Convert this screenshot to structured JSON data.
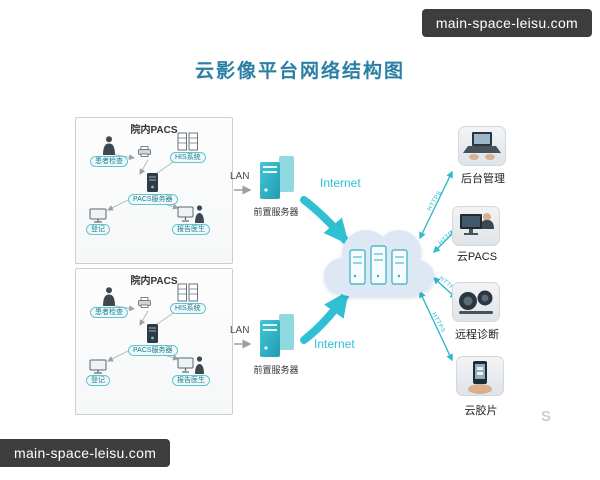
{
  "title": "云影像平台网络结构图",
  "watermarks": {
    "top_right": "main-space-leisu.com",
    "bottom_left": "main-space-leisu.com",
    "corner_mark": "S"
  },
  "colors": {
    "accent_teal": "#2fc0d4",
    "title_blue": "#2b7fa6",
    "badge_bg": "#3d3d3d"
  },
  "hospitals": [
    {
      "label": "院内PACS",
      "lan_label": "LAN",
      "frontend_server_label": "前置服务器",
      "internet_label": "Internet",
      "nodes": [
        {
          "label": "患者检查",
          "icon": "patient-icon"
        },
        {
          "label": "HIS系统",
          "icon": "his-cabinet-icon"
        },
        {
          "label": "PACS服务器",
          "icon": "pacs-server-icon"
        },
        {
          "label": "登记",
          "icon": "registration-monitor-icon"
        },
        {
          "label": "报告医生",
          "icon": "report-doctor-icon"
        }
      ]
    },
    {
      "label": "院内PACS",
      "lan_label": "LAN",
      "frontend_server_label": "前置服务器",
      "internet_label": "Internet",
      "nodes": [
        {
          "label": "患者检查",
          "icon": "patient-icon"
        },
        {
          "label": "HIS系统",
          "icon": "his-cabinet-icon"
        },
        {
          "label": "PACS服务器",
          "icon": "pacs-server-icon"
        },
        {
          "label": "登记",
          "icon": "registration-monitor-icon"
        },
        {
          "label": "报告医生",
          "icon": "report-doctor-icon"
        }
      ]
    }
  ],
  "services": [
    {
      "label": "后台管理",
      "protocol": "HTTPS",
      "icon": "laptop-icon"
    },
    {
      "label": "云PACS",
      "protocol": "HTTPS",
      "icon": "monitor-icon"
    },
    {
      "label": "远程诊断",
      "protocol": "HTTPS",
      "icon": "medical-device-icon"
    },
    {
      "label": "云胶片",
      "protocol": "HTTPS",
      "icon": "mobile-phone-icon"
    }
  ]
}
